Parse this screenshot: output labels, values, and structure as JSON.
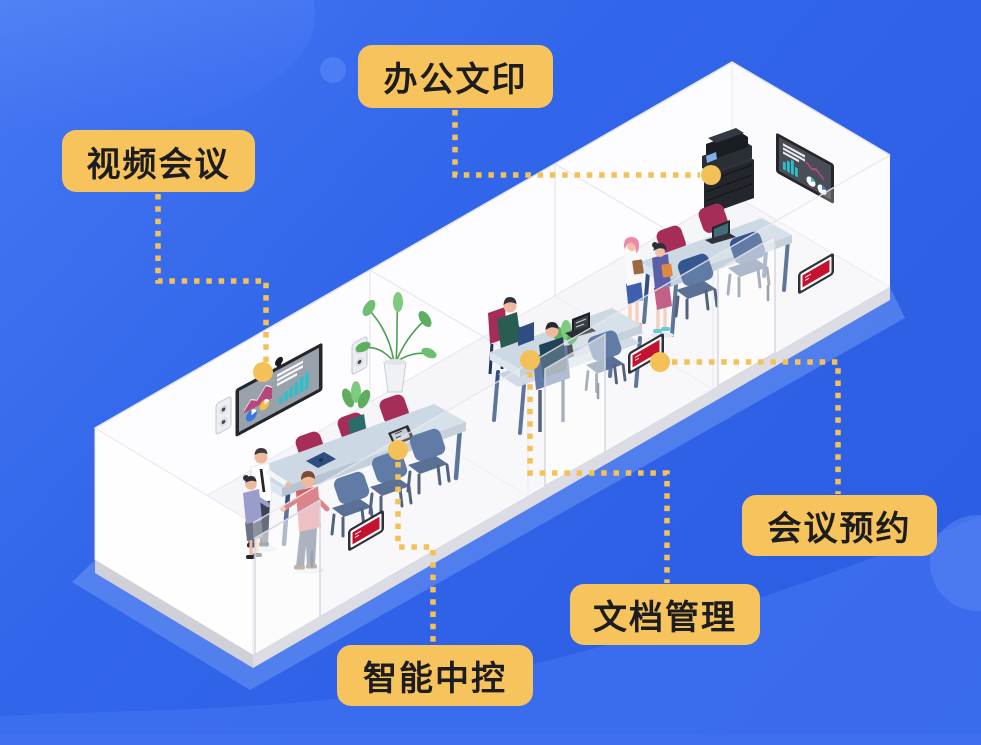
{
  "labels": {
    "video_conference": "视频会议",
    "office_printing": "办公文印",
    "meeting_booking": "会议预约",
    "document_management": "文档管理",
    "smart_control": "智能中控"
  },
  "style": {
    "background_blue": "#3165ea",
    "label_background": "#f6c35c",
    "label_text": "#1d1d1f",
    "connector_yellow": "#f3c157",
    "sign_red": "#c5122e",
    "chair_magenta": "#a62d57",
    "chair_blue": "#35568f",
    "wall_white": "#fdfdfe"
  },
  "scene_elements": [
    "wall-video-display",
    "wall-dashboard-display",
    "multifunction-printer",
    "meeting-room-signs",
    "glass-doors",
    "power-outlets",
    "potted-plant",
    "meeting-tables",
    "office-chairs",
    "laptops",
    "control-tablet",
    "office-people"
  ]
}
